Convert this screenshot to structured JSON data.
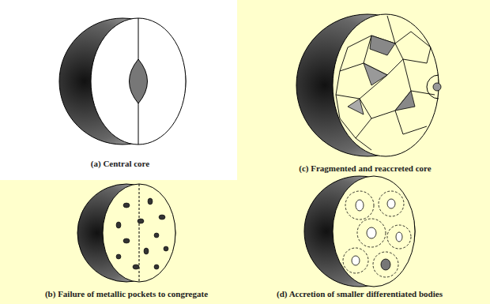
{
  "diagram": {
    "labels": [
      "(a) Central core",
      "(c) Fragmented and reaccreted core",
      "(b) Failure of metallic pockets to congregate",
      "(d) Accretion of smaller differentiated bodies"
    ]
  }
}
